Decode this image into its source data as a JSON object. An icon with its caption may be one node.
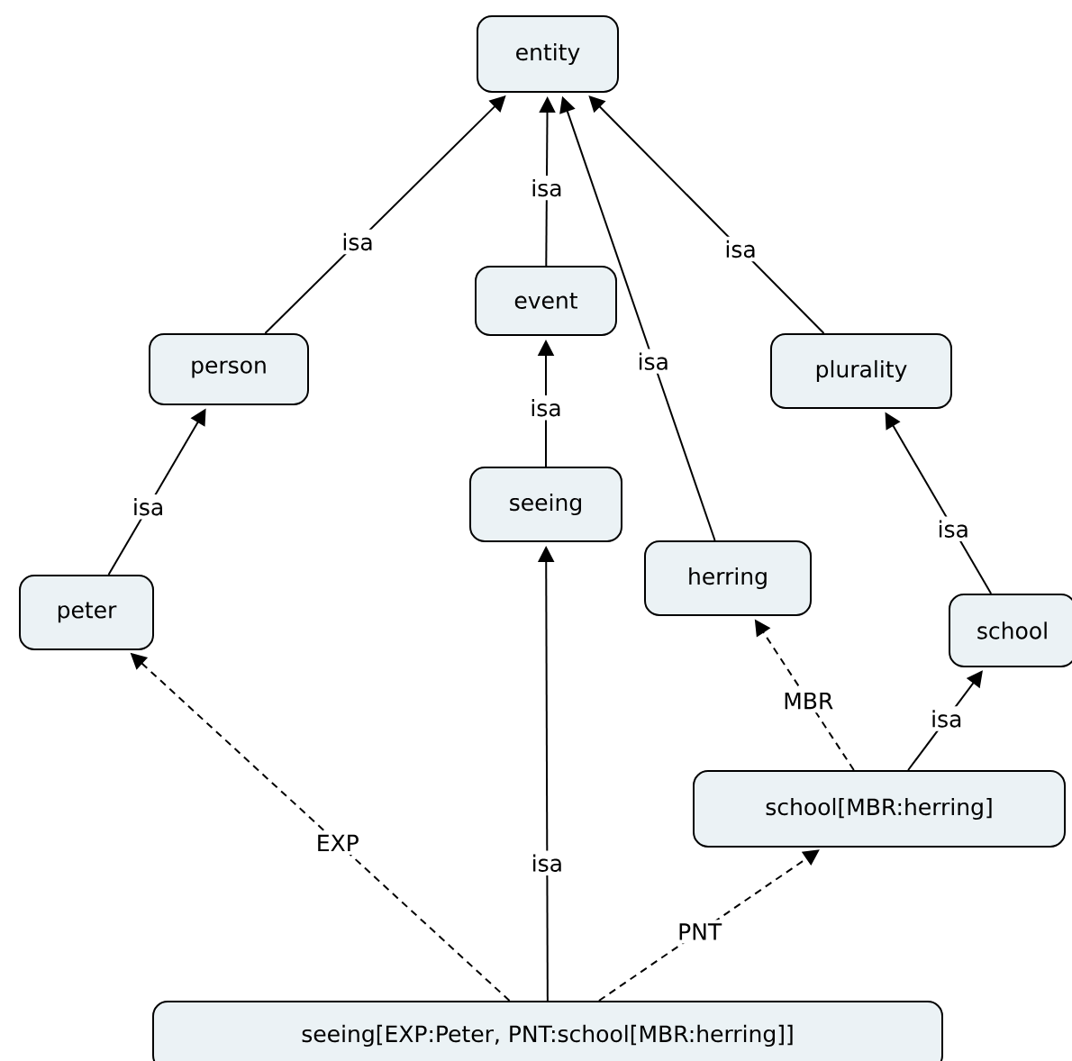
{
  "diagram": {
    "nodes": [
      {
        "text": [
          "entity"
        ]
      },
      {
        "text": [
          "event"
        ]
      },
      {
        "text": [
          "person"
        ]
      },
      {
        "text": [
          "plurality"
        ]
      },
      {
        "text": [
          "seeing"
        ]
      },
      {
        "text": [
          "herring"
        ]
      },
      {
        "text": [
          "peter"
        ]
      },
      {
        "text": [
          "school"
        ]
      },
      {
        "text": [
          "school[MBR:herring]"
        ]
      },
      {
        "text": [
          "seeing[EXP:Peter, PNT:school[MBR:herring]]"
        ]
      }
    ],
    "edges": [
      {
        "from": 2,
        "to": 0,
        "arrow": "to",
        "label": "isa"
      },
      {
        "from": 1,
        "to": 0,
        "arrow": "to",
        "label": "isa"
      },
      {
        "from": 5,
        "to": 0,
        "arrow": "to",
        "label": "isa"
      },
      {
        "from": 3,
        "to": 0,
        "arrow": "to",
        "label": "isa"
      },
      {
        "from": 4,
        "to": 1,
        "arrow": "to",
        "label": "isa"
      },
      {
        "from": 6,
        "to": 2,
        "arrow": "to",
        "label": "isa"
      },
      {
        "from": 7,
        "to": 3,
        "arrow": "to",
        "label": "isa"
      },
      {
        "from": 9,
        "to": 4,
        "arrow": "to",
        "label": "isa"
      },
      {
        "from": 9,
        "to": 6,
        "arrow": "to",
        "label": "EXP",
        "style": "dashed"
      },
      {
        "from": 9,
        "to": 8,
        "arrow": "to",
        "label": "PNT",
        "style": "dashed"
      },
      {
        "from": 8,
        "to": 5,
        "arrow": "to",
        "label": "MBR",
        "style": "dashed"
      },
      {
        "from": 8,
        "to": 7,
        "arrow": "to",
        "label": "isa"
      }
    ]
  }
}
